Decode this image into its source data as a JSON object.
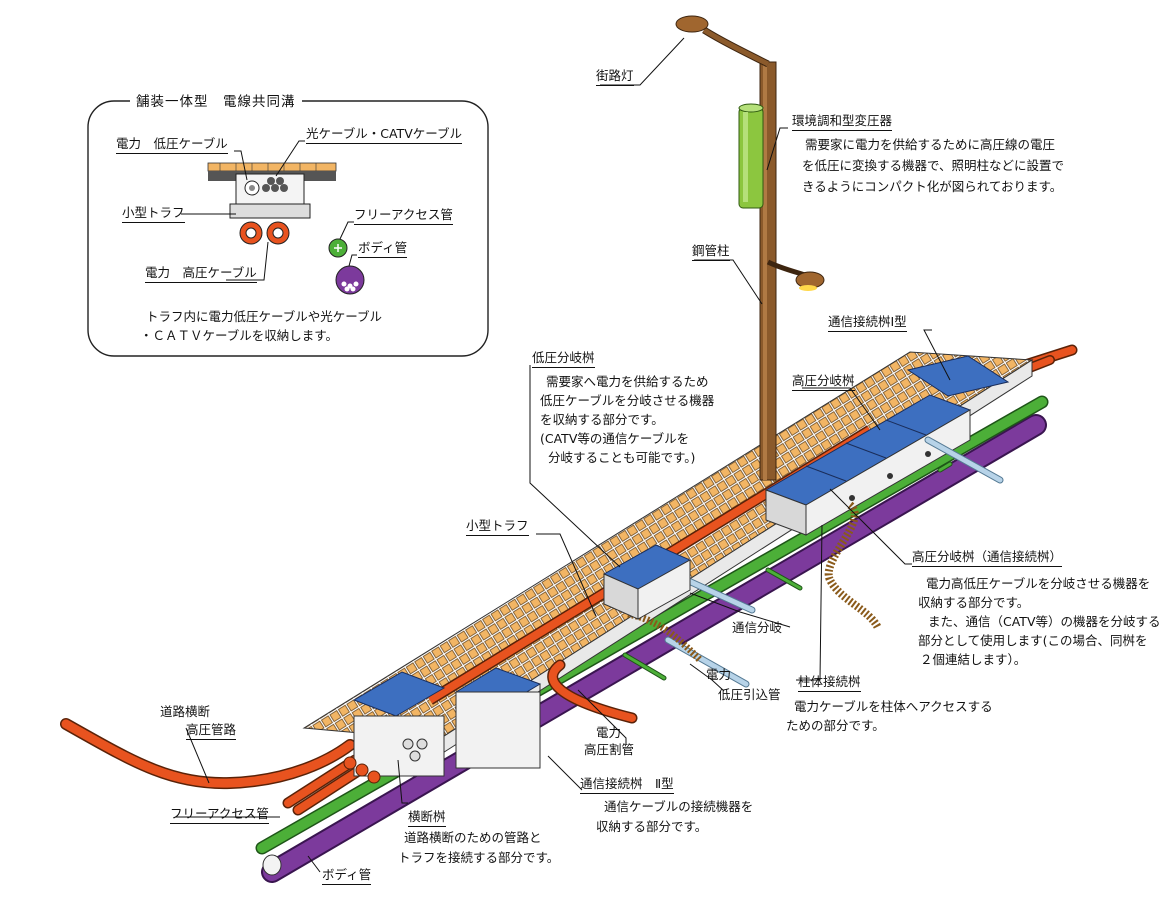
{
  "inset": {
    "title": "舗装一体型　電線共同溝",
    "labels": {
      "low_voltage": "電力　低圧ケーブル",
      "optical": "光ケーブル・CATVケーブル",
      "small_trough": "小型トラフ",
      "free_access": "フリーアクセス管",
      "body_pipe": "ボディ管",
      "high_voltage": "電力　高圧ケーブル"
    },
    "note": [
      "トラフ内に電力低圧ケーブルや光ケーブル",
      "・ＣＡＴＶケーブルを収納します。"
    ]
  },
  "labels": {
    "street_light": "街路灯",
    "transformer": "環境調和型変圧器",
    "steel_pole": "鋼管柱",
    "comm_box_1": "通信接続桝Ⅰ型",
    "hv_branch": "高圧分岐桝",
    "lv_branch": "低圧分岐桝",
    "small_trough": "小型トラフ",
    "hv_branch_comm": "高圧分岐桝（通信接続桝）",
    "comm_branch": "通信分岐",
    "lv_drop_1": "電力",
    "lv_drop_2": "低圧引込管",
    "pole_box": "柱体接続桝",
    "road_cross_1": "道路横断",
    "road_cross_2": "高圧管路",
    "hv_split_1": "電力",
    "hv_split_2": "高圧割管",
    "comm_box_2": "通信接続桝　Ⅱ型",
    "free_access": "フリーアクセス管",
    "crossing_box": "横断桝",
    "body_pipe": "ボディ管"
  },
  "descriptions": {
    "transformer": [
      "需要家に電力を供給するために高圧線の電圧",
      "を低圧に変換する機器で、照明柱などに設置で",
      "きるようにコンパクト化が図られております。"
    ],
    "lv_branch": [
      "需要家へ電力を供給するため",
      "低圧ケーブルを分岐させる機器",
      "を収納する部分です。",
      "(CATV等の通信ケーブルを",
      "分岐することも可能です。)"
    ],
    "hv_branch_comm": [
      "電力高低圧ケーブルを分岐させる機器を",
      "収納する部分です。",
      "また、通信（CATV等）の機器を分岐する",
      "部分として使用します(この場合、同桝を",
      "２個連結します）。"
    ],
    "pole_box": [
      "電力ケーブルを柱体へアクセスする",
      "ための部分です。"
    ],
    "comm_box_2": [
      "通信ケーブルの接続機器を",
      "収納する部分です。"
    ],
    "crossing_box": [
      "道路横断のための管路と",
      "トラフを接続する部分です。"
    ]
  },
  "colors": {
    "power_pipe": "#e8531f",
    "green_pipe": "#4caf38",
    "purple_pipe": "#7c3a9c",
    "box_lid": "#3d6fc0",
    "pole": "#8b5a2b",
    "transformer": "#8cc63f",
    "paving": "#f0b060"
  }
}
